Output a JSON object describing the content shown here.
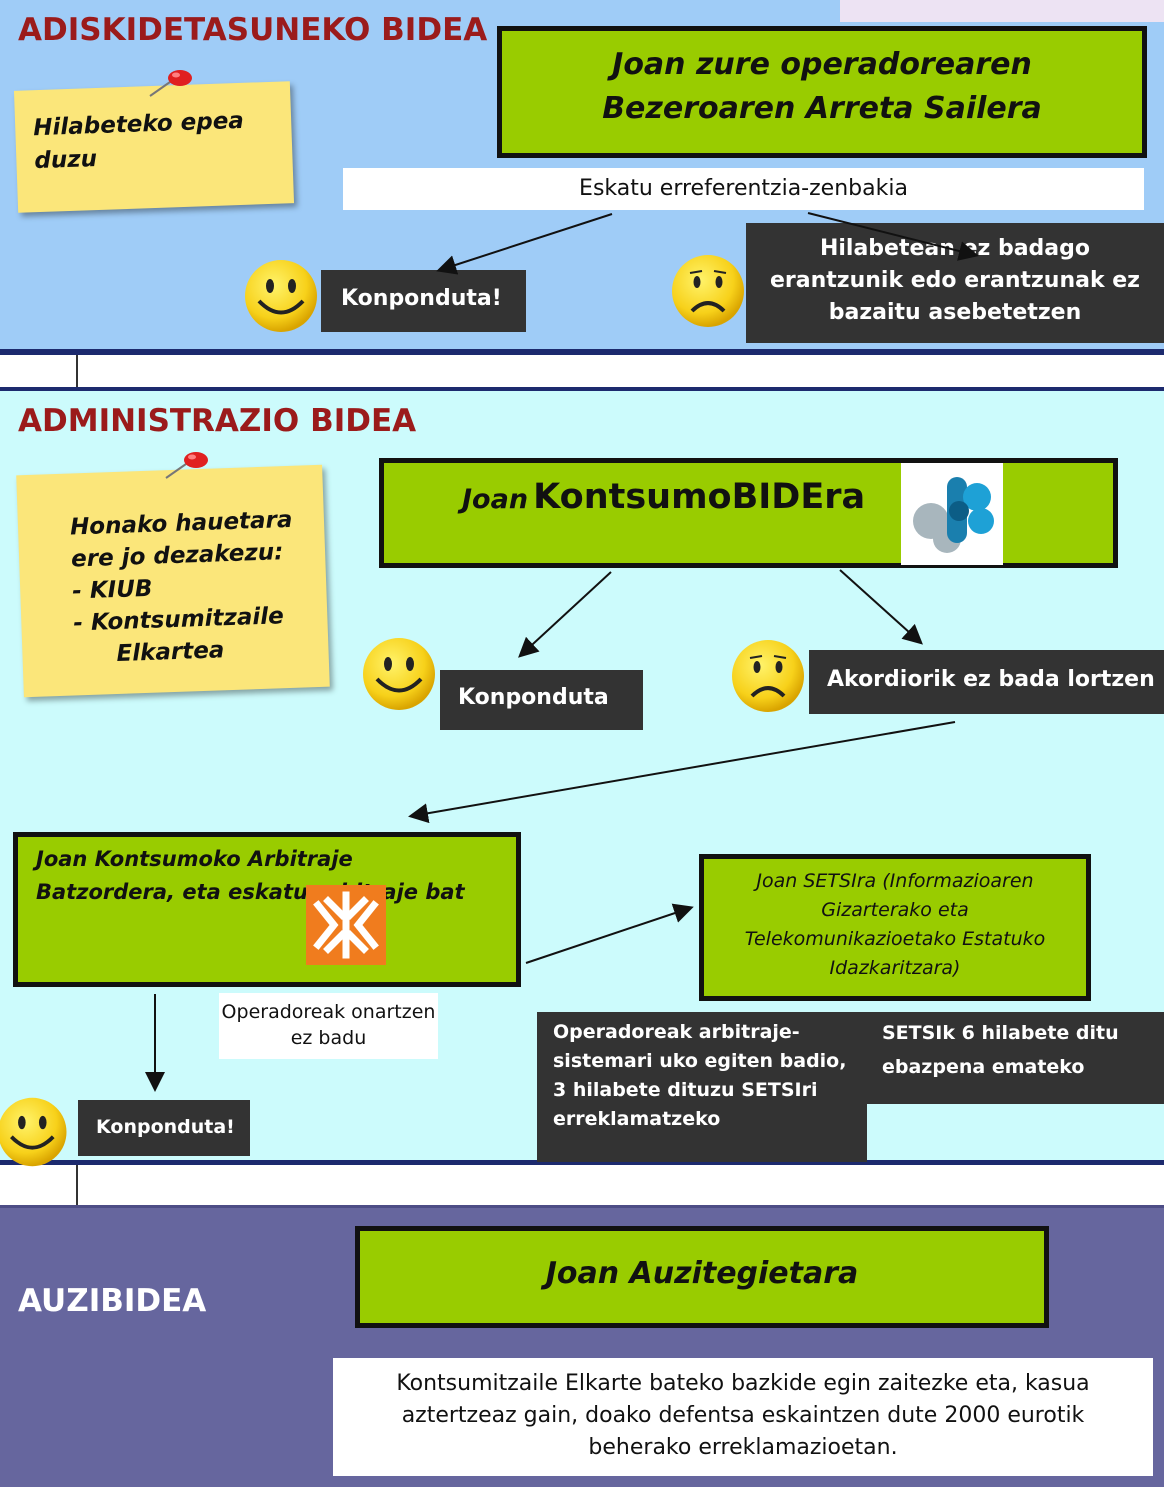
{
  "sections": {
    "friendly": {
      "heading": "ADISKIDETASUNEKO BIDEA",
      "note": "Hilabeteko epea duzu",
      "main_box": "Joan zure operadorearen Bezeroaren Arreta Sailera",
      "reference": "Eskatu erreferentzia-zenbakia",
      "solved": "Konponduta!",
      "no_answer": "Hilabetean ez badago erantzunik edo erantzunak ez bazaitu asebetetzen"
    },
    "admin": {
      "heading": "ADMINISTRAZIO BIDEA",
      "note_lines": [
        "Honako hauetara",
        "ere jo dezakezu:",
        "- KIUB",
        "- Kontsumitzaile",
        "Elkartea"
      ],
      "main_box_prefix": "Joan",
      "main_box_brand": "KontsumoBIDEra",
      "solved": "Konponduta",
      "no_agreement": "Akordiorik ez bada lortzen",
      "arbitration_box": "Joan Kontsumoko Arbitraje Batzordera, eta eskatu arbitraje bat",
      "setsi_box": "Joan SETSIra (Informazioaren Gizarterako eta Telekomunikazioetako Estatuko Idazkaritzara)",
      "operator_rejects": "Operadoreak onartzen ez badu",
      "operator_refuses": "Operadoreak arbitraje-sistemari uko egiten badio, 3 hilabete dituzu SETSIri erreklamatzeko",
      "setsi_months": "SETSIk 6 hilabete ditu ebazpena emateko",
      "solved_final": "Konponduta!"
    },
    "court": {
      "heading": "AUZIBIDEA",
      "main_box": "Joan Auzitegietara",
      "info": "Kontsumitzaile Elkarte bateko bazkide egin zaitezke eta, kasua aztertzeaz gain, doako defentsa eskaintzen dute 2000 eurotik beherako erreklamazioetan."
    }
  },
  "icons": {
    "happy": "smiley-face-icon",
    "sad": "sad-face-icon",
    "pin": "push-pin-icon",
    "kontsumobide": "kontsumobide-logo",
    "arbitration": "consumer-arbitration-logo"
  },
  "colors": {
    "band_friendly": "#9fccf7",
    "band_admin": "#ccfbfc",
    "band_court": "#66669e",
    "box_green": "#99cc00",
    "box_dark": "#333333",
    "heading_red": "#9b1b1b",
    "note_yellow": "#fbe67a"
  }
}
